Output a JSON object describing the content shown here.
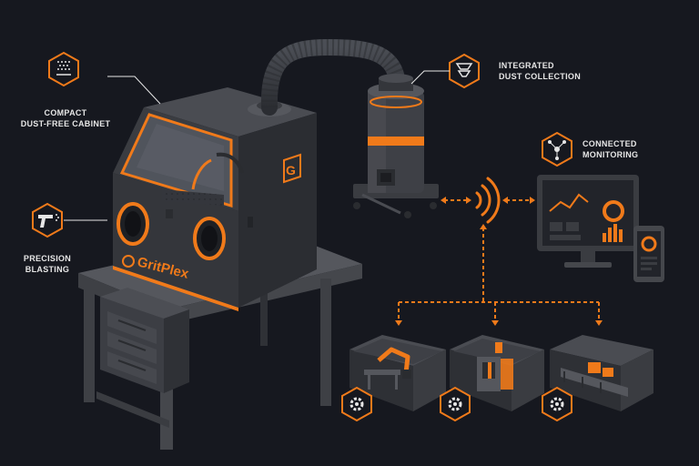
{
  "brand": {
    "name": "GritPlex"
  },
  "colors": {
    "background": "#16181f",
    "accent": "#f07a1a",
    "cabinet": "#3a3c41",
    "cabinet_dark": "#2a2c31",
    "stand": "#4a4c52",
    "label_text": "#e6e6e6"
  },
  "callouts": {
    "cabinet": {
      "line1": "COMPACT",
      "line2": "DUST-FREE CABINET",
      "icon": "spray-particles-icon"
    },
    "blasting": {
      "line1": "PRECISION",
      "line2": "BLASTING",
      "icon": "spray-gun-icon"
    },
    "dust": {
      "line1": "INTEGRATED",
      "line2": "DUST COLLECTION",
      "icon": "cyclone-icon"
    },
    "monitoring": {
      "line1": "CONNECTED",
      "line2": "MONITORING",
      "icon": "network-icon"
    }
  },
  "stations": [
    {
      "name": "robotic-arm-cell",
      "icon": "gear-icon"
    },
    {
      "name": "cnc-machine-cell",
      "icon": "gear-icon"
    },
    {
      "name": "conveyor-cell",
      "icon": "gear-icon"
    }
  ]
}
